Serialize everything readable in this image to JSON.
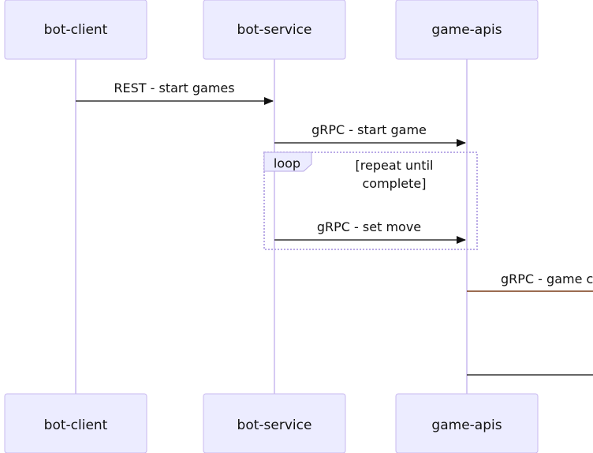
{
  "participants": [
    {
      "name": "bot-client"
    },
    {
      "name": "bot-service"
    },
    {
      "name": "game-apis"
    }
  ],
  "messages": [
    {
      "from": "bot-client",
      "to": "bot-service",
      "label": "REST - start games"
    },
    {
      "from": "bot-service",
      "to": "game-apis",
      "label": "gRPC - start game"
    },
    {
      "from": "bot-service",
      "to": "game-apis",
      "label": "gRPC - set move"
    },
    {
      "from": "game-apis",
      "to": "off-canvas",
      "label": "gRPC - game c"
    },
    {
      "from": "game-apis",
      "to": "off-canvas",
      "label": ""
    }
  ],
  "loop": {
    "label": "loop",
    "condition_line1": "[repeat until",
    "condition_line2": "complete]"
  },
  "colors": {
    "actor_fill": "#ececff",
    "actor_stroke": "#c9b8ef",
    "line": "#333333",
    "offscreen_line": "#7a3b17"
  }
}
